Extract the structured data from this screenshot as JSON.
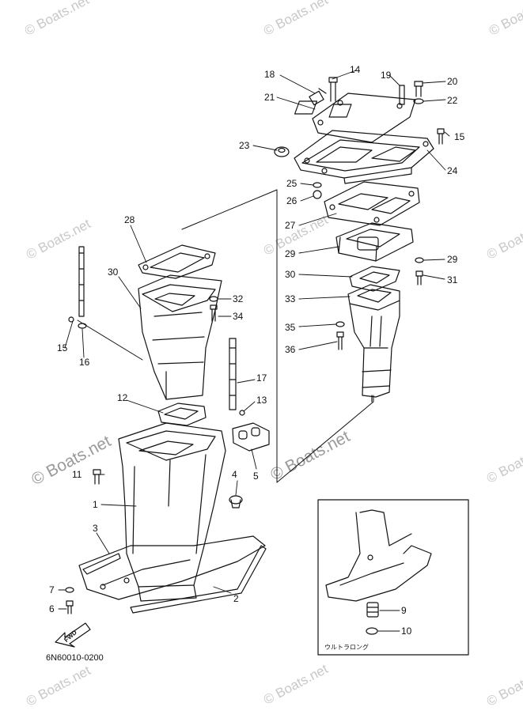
{
  "watermark": "© Boats.net",
  "diagram_code": "6N60010-0200",
  "inset_label": "ウルトラロング",
  "direction_label": "FWD",
  "callouts": [
    "1",
    "2",
    "3",
    "4",
    "5",
    "6",
    "7",
    "9",
    "10",
    "11",
    "12",
    "13",
    "14",
    "15",
    "15",
    "16",
    "17",
    "18",
    "19",
    "20",
    "21",
    "22",
    "23",
    "24",
    "25",
    "26",
    "27",
    "28",
    "29",
    "29",
    "30",
    "30",
    "31",
    "32",
    "33",
    "34",
    "35",
    "36"
  ],
  "colors": {
    "line": "#111111",
    "watermark": "#c8c8c8",
    "background": "#ffffff"
  }
}
